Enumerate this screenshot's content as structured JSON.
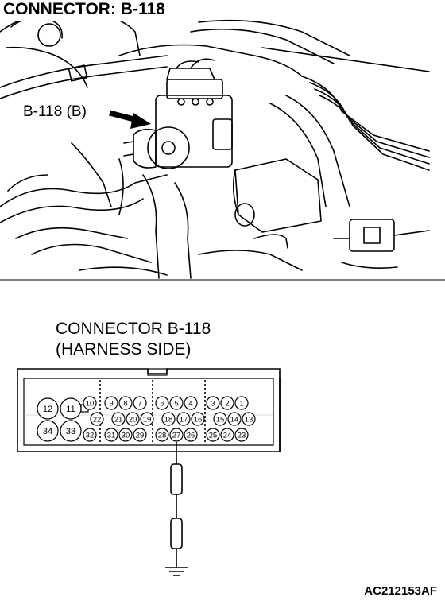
{
  "header": {
    "title": "CONNECTOR: B-118"
  },
  "photo": {
    "callout_label": "B-118 (B)"
  },
  "connector": {
    "title_line1": "CONNECTOR B-118",
    "title_line2": "(HARNESS SIDE)",
    "pins": [
      {
        "n": "12"
      },
      {
        "n": "11"
      },
      {
        "n": "10"
      },
      {
        "n": "9"
      },
      {
        "n": "8"
      },
      {
        "n": "7"
      },
      {
        "n": "6"
      },
      {
        "n": "5"
      },
      {
        "n": "4"
      },
      {
        "n": "3"
      },
      {
        "n": "2"
      },
      {
        "n": "1"
      },
      {
        "n": "22"
      },
      {
        "n": "21"
      },
      {
        "n": "20"
      },
      {
        "n": "19"
      },
      {
        "n": "18"
      },
      {
        "n": "17"
      },
      {
        "n": "16"
      },
      {
        "n": "15"
      },
      {
        "n": "14"
      },
      {
        "n": "13"
      },
      {
        "n": "34"
      },
      {
        "n": "33"
      },
      {
        "n": "32"
      },
      {
        "n": "31"
      },
      {
        "n": "30"
      },
      {
        "n": "29"
      },
      {
        "n": "28"
      },
      {
        "n": "27"
      },
      {
        "n": "26"
      },
      {
        "n": "25"
      },
      {
        "n": "24"
      },
      {
        "n": "23"
      }
    ],
    "probe_pin": "27"
  },
  "footer": {
    "code": "AC212153AF"
  }
}
